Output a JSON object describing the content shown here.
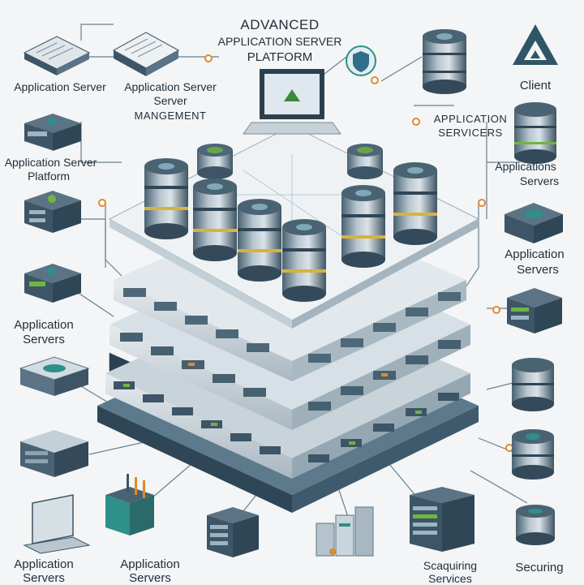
{
  "title": {
    "line1": "ADVANCED",
    "line2": "APPLICATION SERVER",
    "line3": "PLATFORM"
  },
  "labels": {
    "top_left": "Application Server",
    "top_mid_1": "Application Server",
    "top_mid_2": "Server",
    "top_mid_3": "MANGEMENT",
    "client": "Client",
    "right_services_1": "APPLICATION",
    "right_services_2": "SERVICERS",
    "left_platform_1": "Application Server",
    "left_platform_2": "Platform",
    "right_servers_a_1": "Applications",
    "right_servers_a_2": "Servers",
    "right_servers_b_1": "Application",
    "right_servers_b_2": "Servers",
    "left_servers_1": "Application",
    "left_servers_2": "Servers",
    "bottom_left_1": "Application",
    "bottom_left_2": "Servers",
    "bottom_mid_1": "Application",
    "bottom_mid_2": "Servers",
    "bottom_scaling_1": "Scaquiring",
    "bottom_scaling_2": "Services",
    "bottom_securing": "Securing"
  },
  "colors": {
    "background": "#f3f5f6",
    "slate_dark": "#3d5566",
    "slate_mid": "#5b7384",
    "slate_light": "#b9c6cf",
    "silver": "#d8dfe4",
    "teal_accent": "#2f8f8a",
    "orange_accent": "#e08a2a",
    "green_accent": "#6fb53f",
    "yellow_band": "#d8b23a"
  },
  "icons": [
    "laptop-icon",
    "server-stack-icon",
    "database-icon",
    "shield-icon",
    "client-logo-icon",
    "document-icon",
    "network-switch-icon"
  ]
}
